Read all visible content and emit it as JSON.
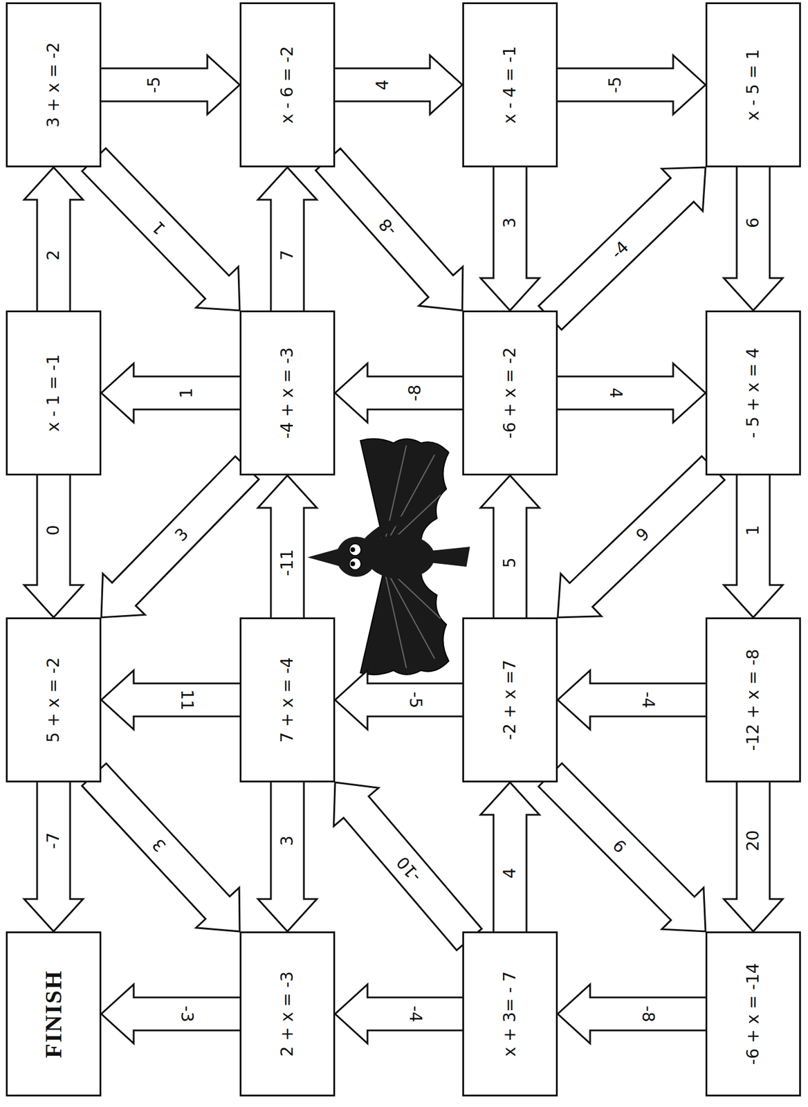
{
  "diagram": {
    "nodes": [
      {
        "text": [
          "3 + x = -2"
        ]
      },
      {
        "text": [
          "x - 6 = -2"
        ]
      },
      {
        "text": [
          "x - 4 = -1"
        ]
      },
      {
        "text": [
          "x - 5 = 1"
        ]
      },
      {
        "text": [
          "x - 1 = -1"
        ]
      },
      {
        "text": [
          "-4 + x = -3"
        ]
      },
      {
        "text": [
          "-6 + x = -2"
        ]
      },
      {
        "text": [
          "- 5 + x = 4"
        ]
      },
      {
        "text": [
          "5 + x = -2"
        ]
      },
      {
        "text": [
          "7 + x = -4"
        ]
      },
      {
        "text": [
          "-2 + x =7"
        ]
      },
      {
        "text": [
          "-12 + x = -8"
        ]
      },
      {
        "text": [
          "FINISH"
        ]
      },
      {
        "text": [
          "2 + x = -3"
        ]
      },
      {
        "text": [
          "x + 3= - 7"
        ]
      },
      {
        "text": [
          "-6 + x = -14"
        ]
      }
    ],
    "edges": [
      {
        "from": 0,
        "to": 1,
        "arrow": "to",
        "label": "-5"
      },
      {
        "from": 1,
        "to": 2,
        "arrow": "to",
        "label": "4"
      },
      {
        "from": 2,
        "to": 3,
        "arrow": "to",
        "label": "-5"
      },
      {
        "from": 4,
        "to": 0,
        "arrow": "to",
        "label": "2"
      },
      {
        "from": 0,
        "to": 5,
        "arrow": "to",
        "label": "1"
      },
      {
        "from": 5,
        "to": 1,
        "arrow": "to",
        "label": "7"
      },
      {
        "from": 1,
        "to": 6,
        "arrow": "to",
        "label": "-8"
      },
      {
        "from": 2,
        "to": 6,
        "arrow": "to",
        "label": "3"
      },
      {
        "from": 6,
        "to": 3,
        "arrow": "to",
        "label": "-4"
      },
      {
        "from": 3,
        "to": 7,
        "arrow": "to",
        "label": "6"
      },
      {
        "from": 5,
        "to": 4,
        "arrow": "to",
        "label": "1"
      },
      {
        "from": 6,
        "to": 5,
        "arrow": "to",
        "label": "-8"
      },
      {
        "from": 6,
        "to": 7,
        "arrow": "to",
        "label": "4"
      },
      {
        "from": 4,
        "to": 8,
        "arrow": "to",
        "label": "0"
      },
      {
        "from": 5,
        "to": 8,
        "arrow": "to",
        "label": "3"
      },
      {
        "from": 9,
        "to": 5,
        "arrow": "to",
        "label": "-11"
      },
      {
        "from": 10,
        "to": 6,
        "arrow": "to",
        "label": "5"
      },
      {
        "from": 7,
        "to": 10,
        "arrow": "to",
        "label": "9"
      },
      {
        "from": 7,
        "to": 11,
        "arrow": "to",
        "label": "1"
      },
      {
        "from": 9,
        "to": 8,
        "arrow": "to",
        "label": "11"
      },
      {
        "from": 10,
        "to": 9,
        "arrow": "to",
        "label": "-5"
      },
      {
        "from": 11,
        "to": 10,
        "arrow": "to",
        "label": "-4"
      },
      {
        "from": 8,
        "to": 12,
        "arrow": "to",
        "label": "-7"
      },
      {
        "from": 8,
        "to": 13,
        "arrow": "to",
        "label": "3"
      },
      {
        "from": 9,
        "to": 13,
        "arrow": "to",
        "label": "3"
      },
      {
        "from": 14,
        "to": 9,
        "arrow": "to",
        "label": "-10"
      },
      {
        "from": 14,
        "to": 10,
        "arrow": "to",
        "label": "4"
      },
      {
        "from": 10,
        "to": 15,
        "arrow": "to",
        "label": "9"
      },
      {
        "from": 11,
        "to": 15,
        "arrow": "to",
        "label": "20"
      },
      {
        "from": 15,
        "to": 14,
        "arrow": "to",
        "label": "-8"
      },
      {
        "from": 14,
        "to": 13,
        "arrow": "to",
        "label": "-4"
      },
      {
        "from": 13,
        "to": 12,
        "arrow": "to",
        "label": "-3"
      }
    ]
  }
}
